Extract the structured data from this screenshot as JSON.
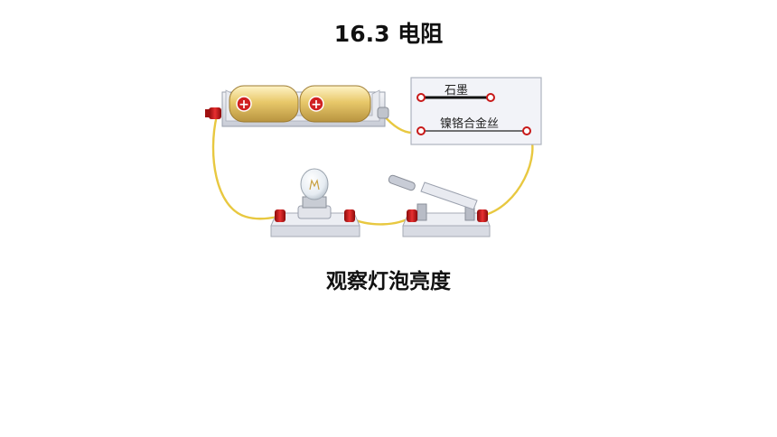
{
  "slide": {
    "title": "16.3  电阻",
    "caption": "观察灯泡亮度"
  },
  "diagram": {
    "board": {
      "label_top": "石墨",
      "label_bottom": "镍铬合金丝"
    },
    "battery_symbol": "⊕",
    "colors": {
      "wire": "#e8c840",
      "battery": "#e6c76a",
      "terminal": "#c81818",
      "board": "#f2f3f8",
      "base": "#dfe2ea"
    },
    "components": [
      "battery-holder",
      "resistor-board",
      "lamp",
      "switch"
    ]
  }
}
